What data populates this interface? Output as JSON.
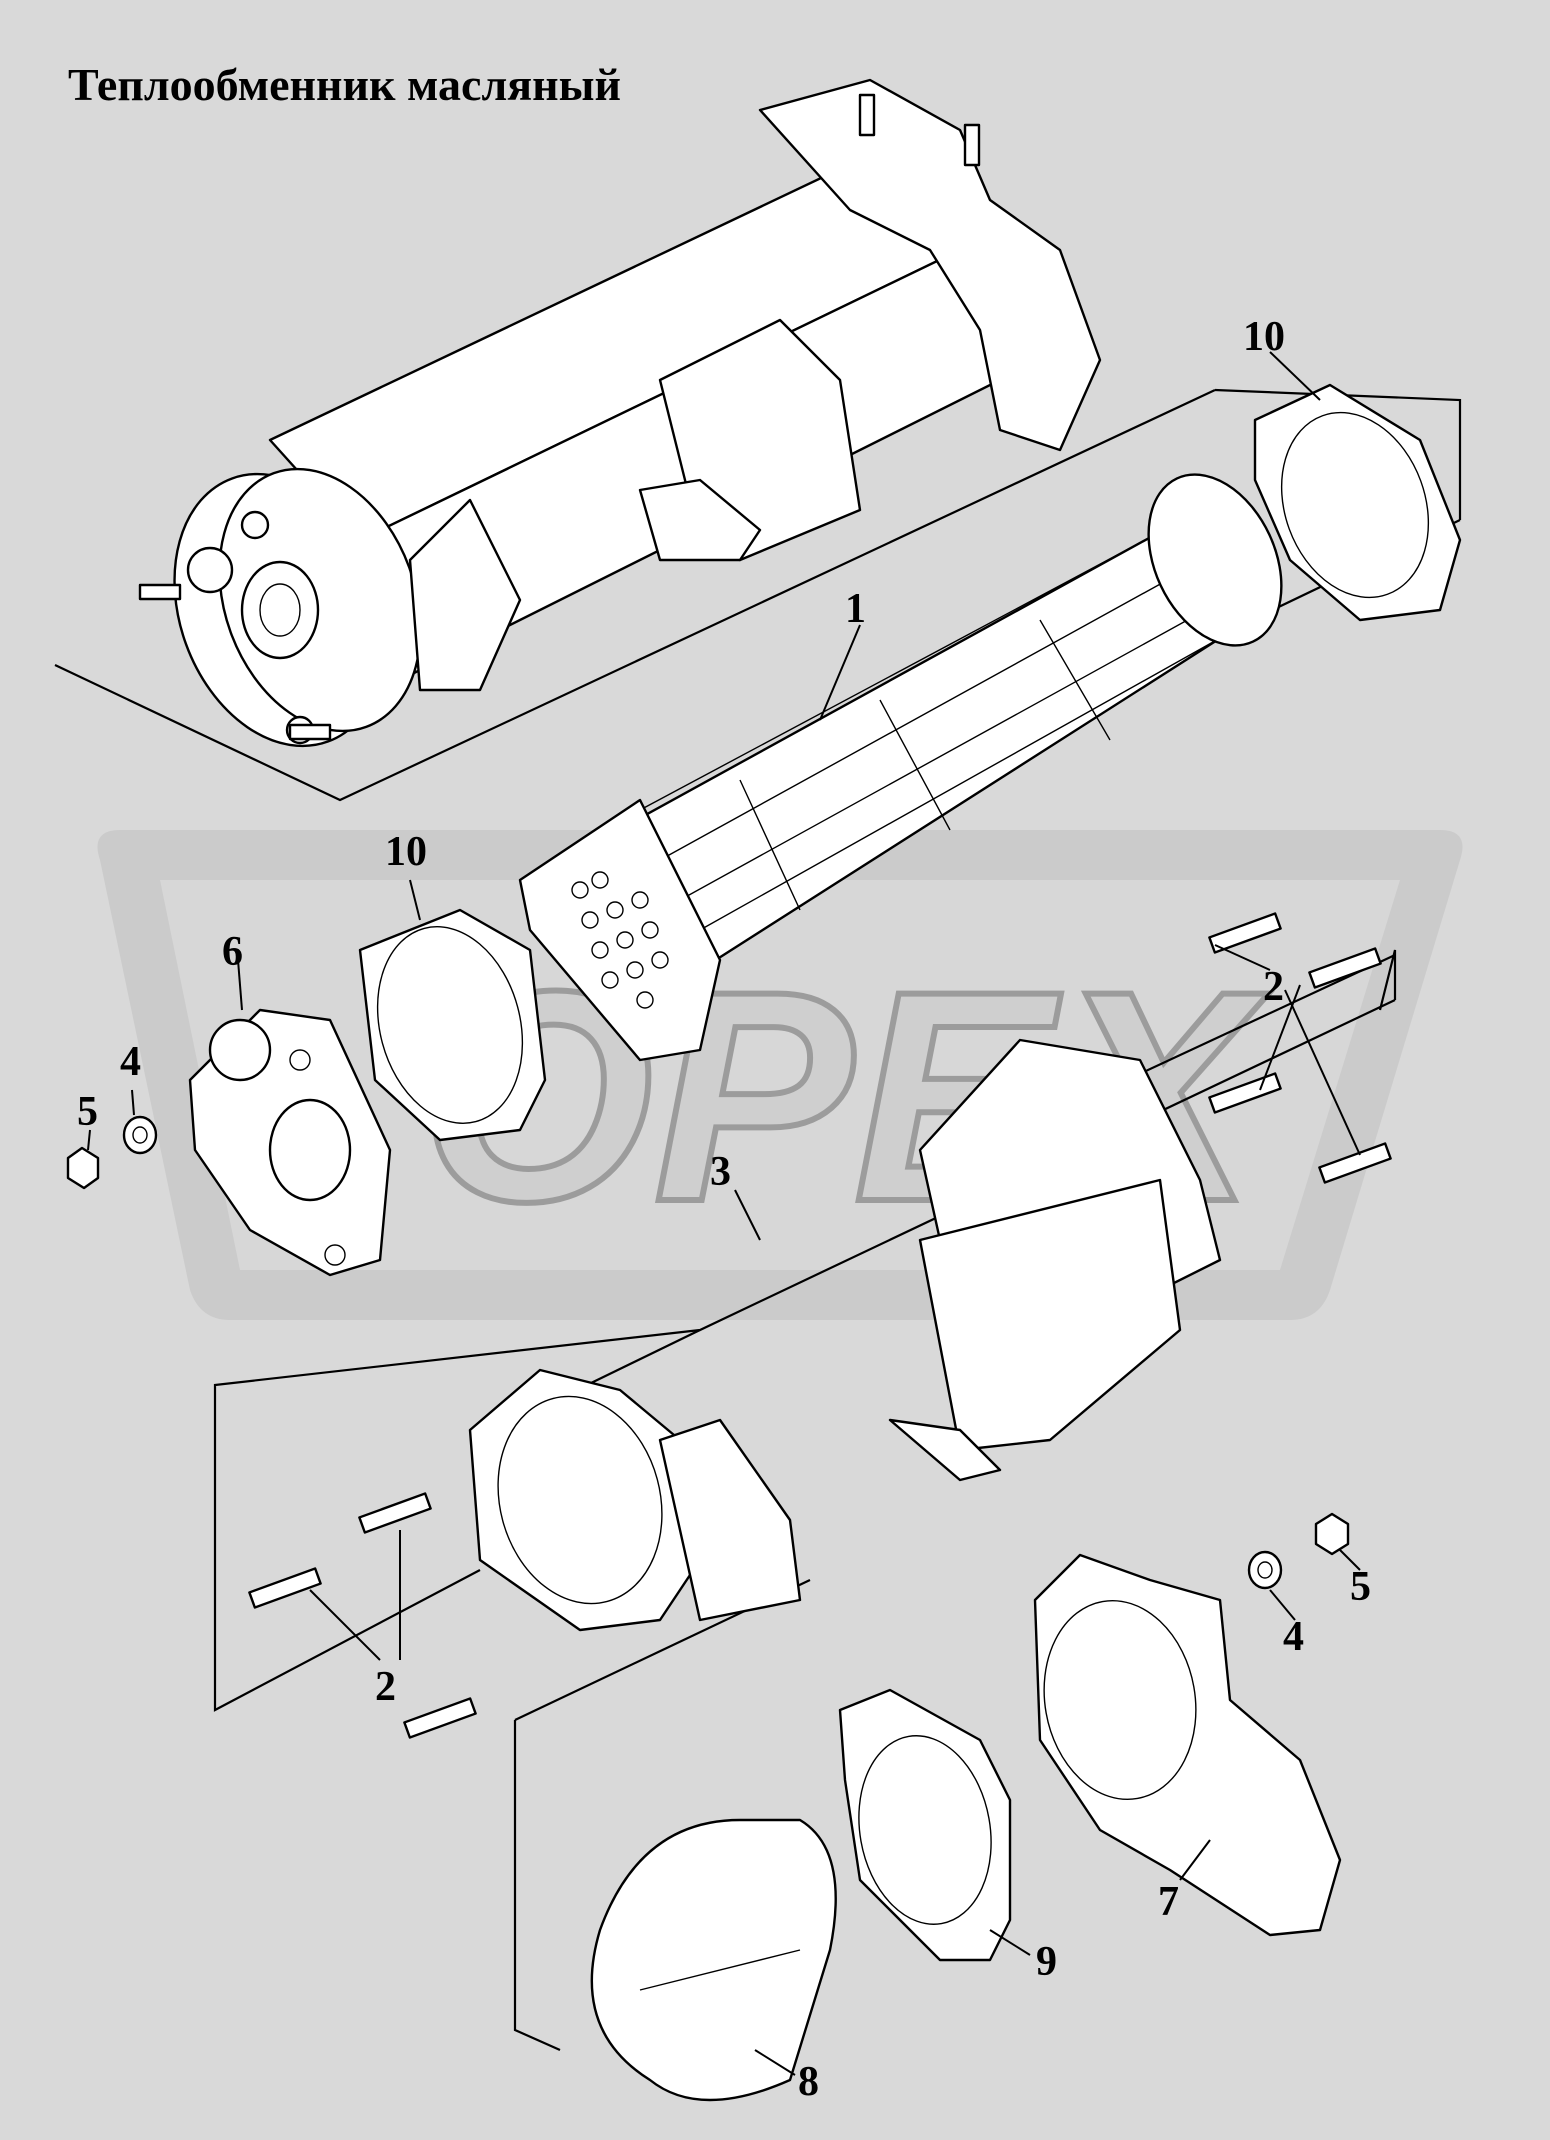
{
  "title": "Теплообменник масляный",
  "watermark": {
    "text": "OPEX",
    "color": "#bfbfbf"
  },
  "background_color": "#d9d9d9",
  "callouts": {
    "c1": "1",
    "c2a": "2",
    "c2b": "2",
    "c3": "3",
    "c4a": "4",
    "c4b": "4",
    "c5a": "5",
    "c5b": "5",
    "c6": "6",
    "c7": "7",
    "c8": "8",
    "c9": "9",
    "c10a": "10",
    "c10b": "10"
  }
}
